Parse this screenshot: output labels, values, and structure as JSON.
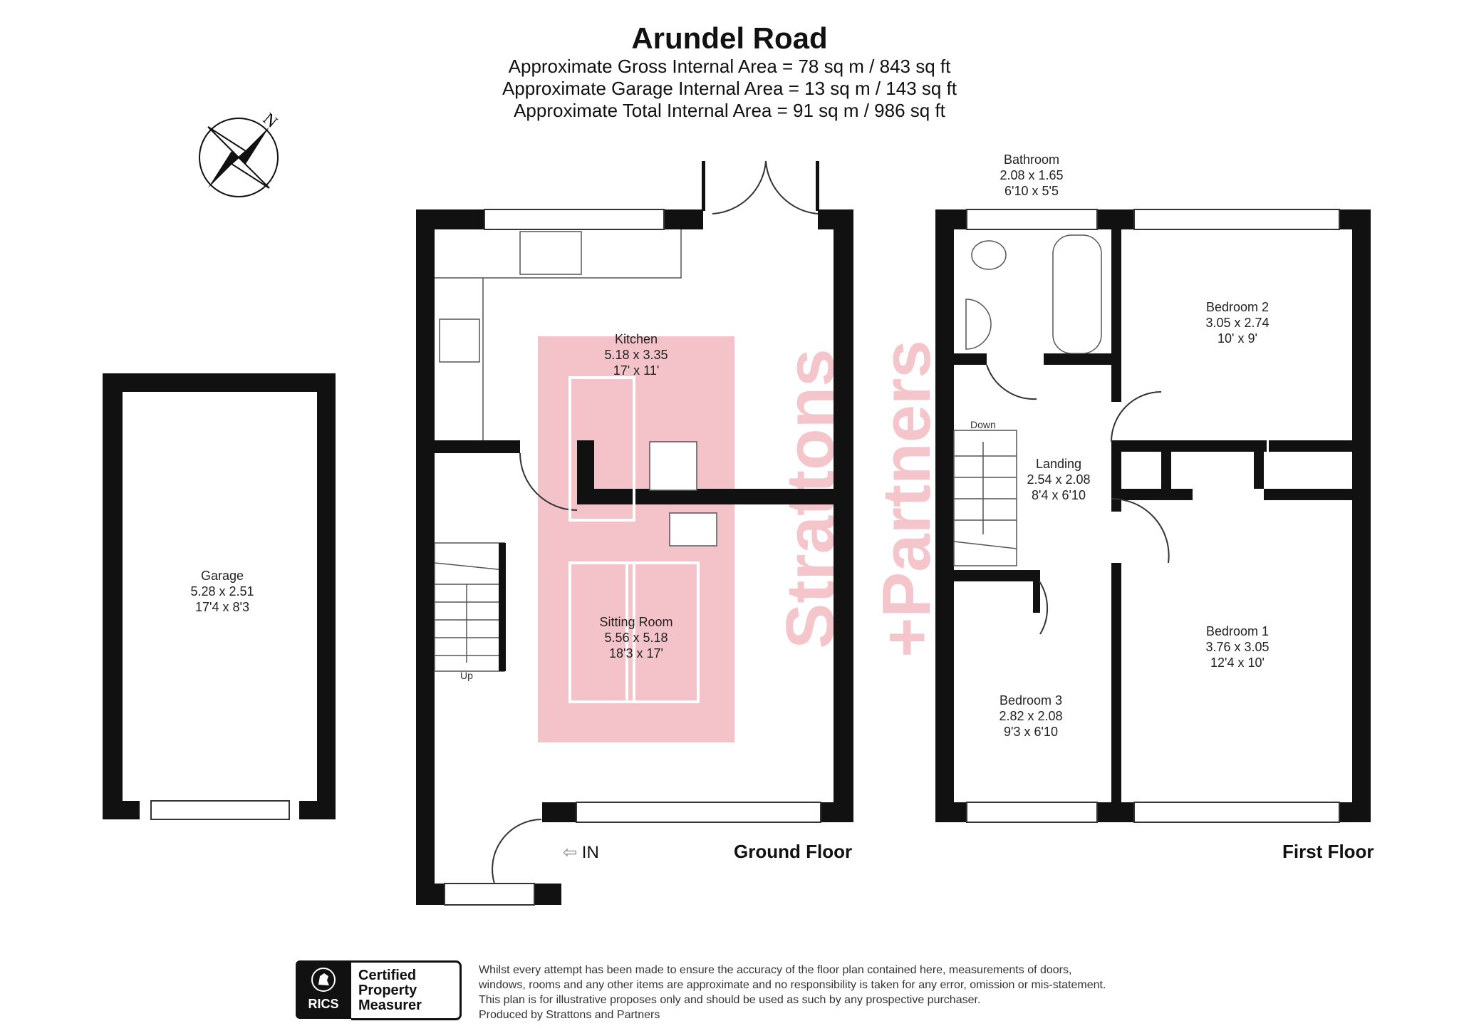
{
  "header": {
    "title": "Arundel Road",
    "area_lines": [
      "Approximate Gross Internal Area = 78 sq m / 843 sq ft",
      "Approximate Garage Internal Area = 13 sq m / 143 sq ft",
      "Approximate Total Internal Area = 91 sq m / 986 sq ft"
    ]
  },
  "compass": {
    "label": "N"
  },
  "rooms": {
    "garage": {
      "name": "Garage",
      "metric": "5.28 x 2.51",
      "imperial": "17'4 x 8'3"
    },
    "kitchen": {
      "name": "Kitchen",
      "metric": "5.18 x 3.35",
      "imperial": "17' x 11'"
    },
    "sitting": {
      "name": "Sitting Room",
      "metric": "5.56 x 5.18",
      "imperial": "18'3 x 17'"
    },
    "bathroom": {
      "name": "Bathroom",
      "metric": "2.08 x 1.65",
      "imperial": "6'10 x 5'5"
    },
    "bedroom2": {
      "name": "Bedroom 2",
      "metric": "3.05 x 2.74",
      "imperial": "10' x 9'"
    },
    "landing": {
      "name": "Landing",
      "metric": "2.54 x 2.08",
      "imperial": "8'4 x 6'10"
    },
    "bedroom1": {
      "name": "Bedroom 1",
      "metric": "3.76 x 3.05",
      "imperial": "12'4 x 10'"
    },
    "bedroom3": {
      "name": "Bedroom 3",
      "metric": "2.82 x 2.08",
      "imperial": "9'3 x 6'10"
    }
  },
  "labels": {
    "ground_floor": "Ground Floor",
    "first_floor": "First Floor",
    "up": "Up",
    "down": "Down",
    "entry": "IN"
  },
  "watermark": {
    "line1": "Strattons",
    "line2": "+Partners"
  },
  "footer": {
    "rics_logo_text": "RICS",
    "rics_cert_lines": [
      "Certified",
      "Property",
      "Measurer"
    ],
    "disclaimer_lines": [
      "Whilst every attempt has been made to ensure the accuracy of the floor plan contained here, measurements of doors,",
      "windows, rooms and any other items are approximate and no responsibility is taken for any error, omission or mis-statement.",
      "This plan is for illustrative proposes only and should be used as such by any prospective purchaser.",
      "Produced by Strattons and Partners"
    ]
  },
  "colors": {
    "wall": "#111111",
    "watermark": "#f2b8c0"
  }
}
